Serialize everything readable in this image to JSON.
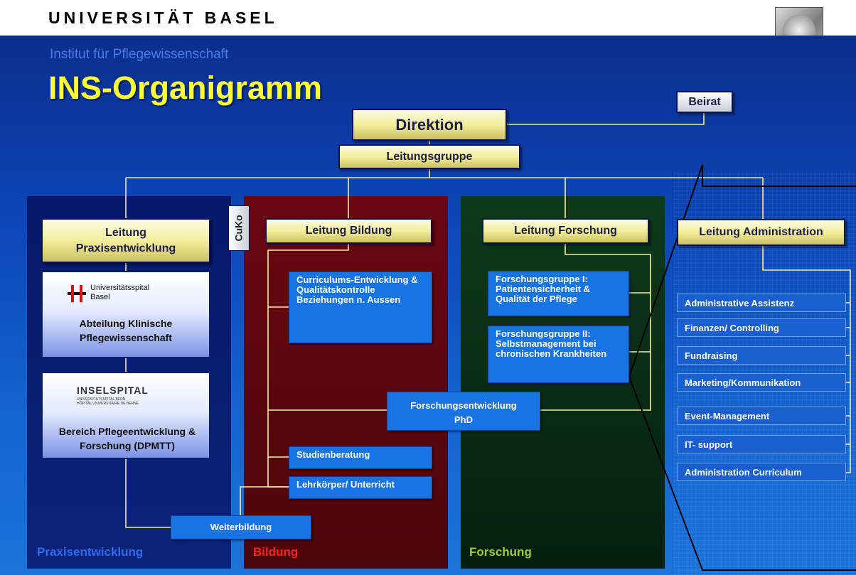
{
  "header": {
    "university": "UNIVERSITÄT BASEL",
    "institute": "Institut für Pflegewissenschaft",
    "title": "INS-Organigramm"
  },
  "top": {
    "direktion": "Direktion",
    "leitungsgruppe": "Leitungsgruppe",
    "beirat": "Beirat"
  },
  "praxis": {
    "lead": "Leitung Praxisentwicklung",
    "usb_logo": "Universitätsspital Basel",
    "usb_unit": "Abteilung Klinische Pflegewissenschaft",
    "insel_logo": "INSELSPITAL",
    "insel_logo_sub1": "UNIVERSITÄTSSPITAL BERN",
    "insel_logo_sub2": "HÔPITAL UNIVERSITAIRE DE BERNE",
    "insel_unit": "Bereich Pflegeentwicklung & Forschung (DPMTT)",
    "panel_label": "Praxisentwicklung"
  },
  "cuko": "CuKo",
  "bildung": {
    "lead": "Leitung Bildung",
    "curriculum": "Curriculums-Entwicklung & Qualitätskontrolle Beziehungen n. Aussen",
    "studienberatung": "Studienberatung",
    "lehrkoerper": "Lehrkörper/ Unterricht",
    "panel_label": "Bildung"
  },
  "forschung": {
    "lead": "Leitung Forschung",
    "group1": "Forschungsgruppe I: Patientensicherheit & Qualität der Pflege",
    "group2": "Forschungsgruppe II: Selbstmanagement bei chronischen Krankheiten",
    "panel_label": "Forschung"
  },
  "shared": {
    "forschungsentwicklung": "Forschungsentwicklung",
    "phd": "PhD",
    "weiterbildung": "Weiterbildung"
  },
  "administration": {
    "lead": "Leitung Administration",
    "items": [
      "Administrative Assistenz",
      "Finanzen/ Controlling",
      "Fundraising",
      "Marketing/Kommunikation",
      "Event-Management",
      "IT- support",
      "Administration Curriculum"
    ]
  },
  "colors": {
    "title": "#ffff33",
    "institute": "#4b7ae6",
    "praxis_label": "#2f6bf0",
    "bildung_label": "#ff2020",
    "forschung_label": "#9acd32",
    "connector": "#f3efa0"
  }
}
